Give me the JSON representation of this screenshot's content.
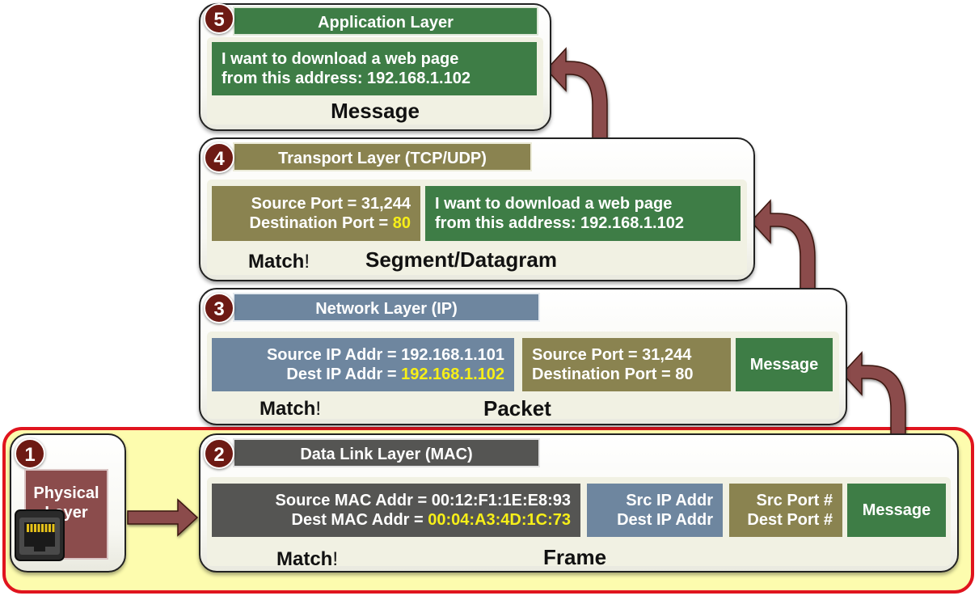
{
  "layers": {
    "application": {
      "number": "5",
      "title": "Application Layer",
      "content_line1": "I want to download a web page",
      "content_line2": "from this address: 192.168.1.102",
      "unit": "Message"
    },
    "transport": {
      "number": "4",
      "title": "Transport Layer (TCP/UDP)",
      "src_port": "Source Port = 31,244",
      "dst_port_label": "Destination Port  = ",
      "dst_port_value": "80",
      "payload_line1": "I want to download a web page",
      "payload_line2": "from this address: 192.168.1.102",
      "match": "Match",
      "match_bang": "!",
      "unit": "Segment/Datagram"
    },
    "network": {
      "number": "3",
      "title": "Network Layer (IP)",
      "src_ip": "Source IP Addr = 192.168.1.101",
      "dst_ip_label": "Dest IP Addr = ",
      "dst_ip_value": "192.168.1.102",
      "payload_src_port": "Source Port = 31,244",
      "payload_dst_port": "Destination Port = 80",
      "payload_message": "Message",
      "match": "Match",
      "match_bang": "!",
      "unit": "Packet"
    },
    "datalink": {
      "number": "2",
      "title": "Data Link Layer (MAC)",
      "src_mac": "Source MAC Addr = 00:12:F1:1E:E8:93",
      "dst_mac_label": "Dest MAC Addr = ",
      "dst_mac_value": "00:04:A3:4D:1C:73",
      "ip_line1": "Src IP Addr",
      "ip_line2": "Dest IP Addr",
      "port_line1": "Src Port #",
      "port_line2": "Dest Port #",
      "payload_message": "Message",
      "match": "Match",
      "match_bang": "!",
      "unit": "Frame"
    },
    "physical": {
      "number": "1",
      "title_line1": "Physical",
      "title_line2": "Layer",
      "icon": "ethernet-port-icon"
    }
  },
  "colors": {
    "application": "#3e7d46",
    "transport": "#8a8350",
    "network": "#6e869f",
    "datalink": "#555553",
    "physical": "#8b4c4c",
    "highlight_region": "#fdfcae",
    "highlight_border": "#e0141e",
    "arrow": "#8b4c4c",
    "brace": "#8a1a15",
    "match_value": "#f7ef18"
  }
}
